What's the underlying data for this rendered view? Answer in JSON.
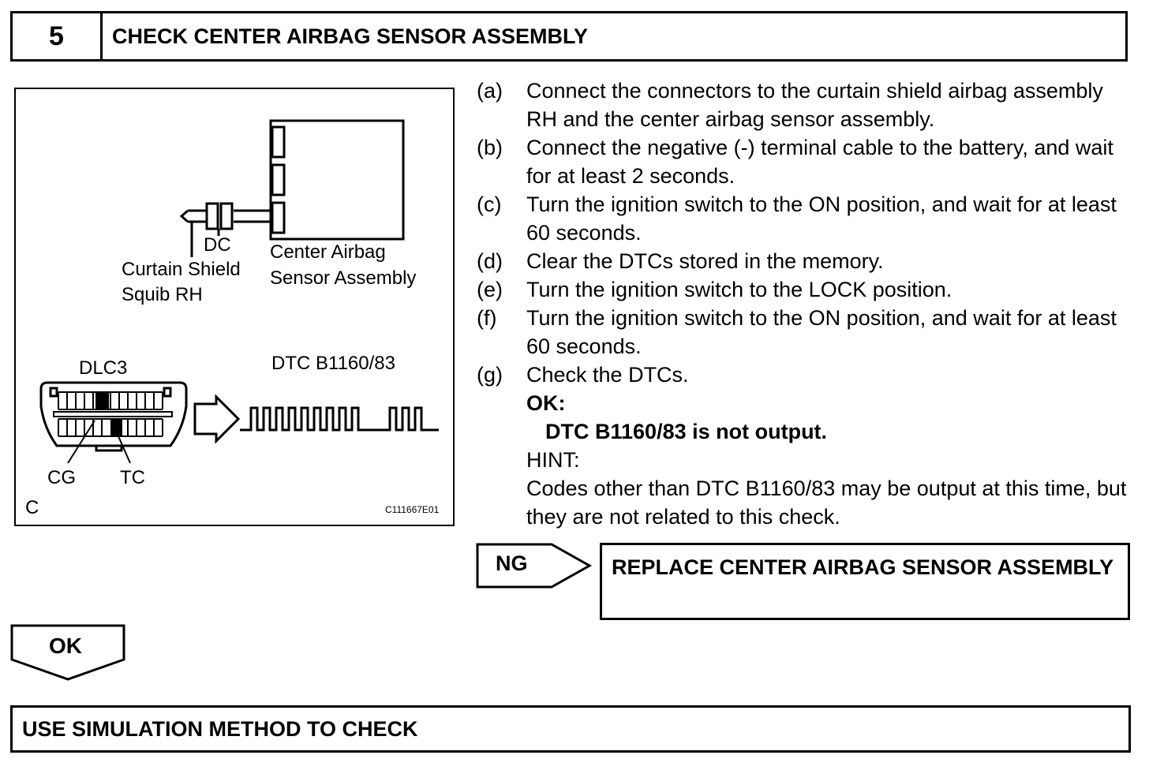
{
  "header": {
    "step_number": "5",
    "title": "CHECK CENTER AIRBAG SENSOR ASSEMBLY"
  },
  "figure": {
    "labels": {
      "dc": "DC",
      "curtain_shield_line1": "Curtain Shield",
      "curtain_shield_line2": "Squib RH",
      "center_airbag_line1": "Center Airbag",
      "center_airbag_line2": "Sensor Assembly",
      "dlc3": "DLC3",
      "dtc": "DTC B1160/83",
      "cg": "CG",
      "tc": "TC",
      "corner": "C",
      "figure_code": "C111667E01"
    }
  },
  "steps": [
    {
      "mark": "(a)",
      "text": "Connect the connectors to the curtain shield airbag assembly RH and the center airbag sensor assembly."
    },
    {
      "mark": "(b)",
      "text": "Connect the negative (-) terminal cable to the battery, and wait for at least 2 seconds."
    },
    {
      "mark": "(c)",
      "text": "Turn the ignition switch to the ON position, and wait for at least 60 seconds."
    },
    {
      "mark": "(d)",
      "text": "Clear the DTCs stored in the memory."
    },
    {
      "mark": "(e)",
      "text": "Turn the ignition switch to the LOCK position."
    },
    {
      "mark": "(f)",
      "text": "Turn the ignition switch to the ON position, and wait for at least 60 seconds."
    },
    {
      "mark": "(g)",
      "text": "Check the DTCs."
    }
  ],
  "result": {
    "ok_label": "OK:",
    "ok_detail": "DTC B1160/83 is not output.",
    "hint_label": "HINT:",
    "hint_text": "Codes other than DTC B1160/83 may be output at this time, but they are not related to this check."
  },
  "flow": {
    "ng_label": "NG",
    "ng_action": "REPLACE CENTER AIRBAG SENSOR ASSEMBLY",
    "ok_label": "OK",
    "next_action": "USE SIMULATION METHOD TO CHECK"
  }
}
